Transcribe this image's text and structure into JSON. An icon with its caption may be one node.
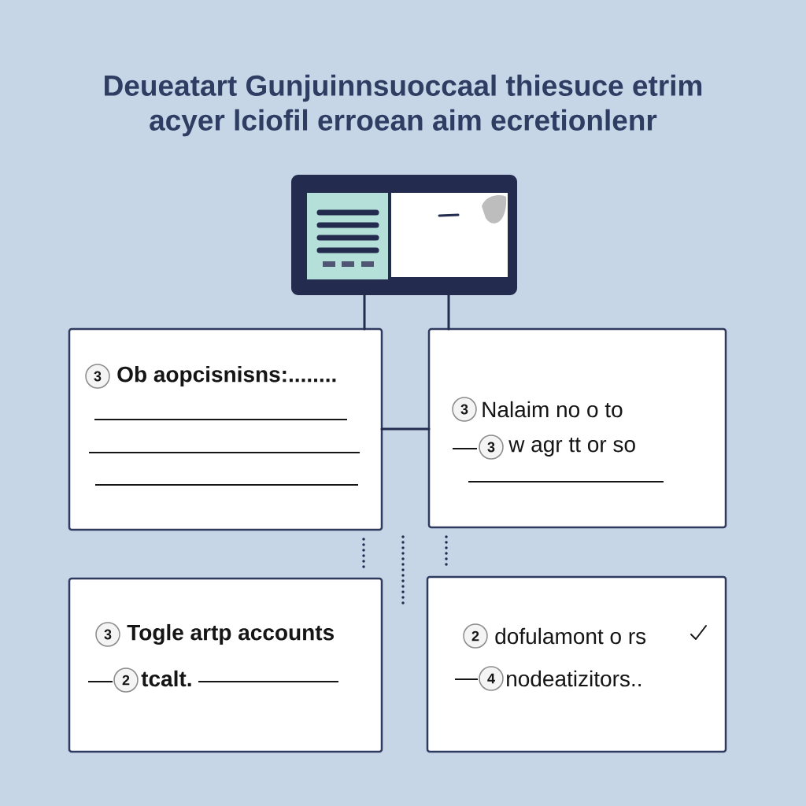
{
  "diagram": {
    "title": "Deueatart Gunjuinnsuoccaal thiesuce etrim acyer lciofil erroean aim ecretionlenr",
    "nodes": [
      {
        "text": [],
        "shape": "picture"
      },
      {
        "text": [
          "3",
          "Ob aopcisnisns:........"
        ]
      },
      {
        "text": [
          "3",
          "Nalaim no o to",
          "3",
          "w agr tt or so"
        ]
      },
      {
        "text": [
          "3",
          "Togle artp accounts",
          "2",
          "tcalt."
        ]
      },
      {
        "text": [
          "2",
          "dofulamont o rs",
          "4",
          "nodeatizitors.."
        ]
      }
    ],
    "edges": [
      {
        "from": 0,
        "to": 1,
        "arrow": "none"
      },
      {
        "from": 0,
        "to": 2,
        "arrow": "none"
      },
      {
        "from": 1,
        "to": 2,
        "arrow": "none"
      },
      {
        "from": 1,
        "to": 3,
        "arrow": "none",
        "style": "dashed"
      },
      {
        "from": 2,
        "to": 4,
        "arrow": "none",
        "style": "dashed"
      }
    ]
  }
}
